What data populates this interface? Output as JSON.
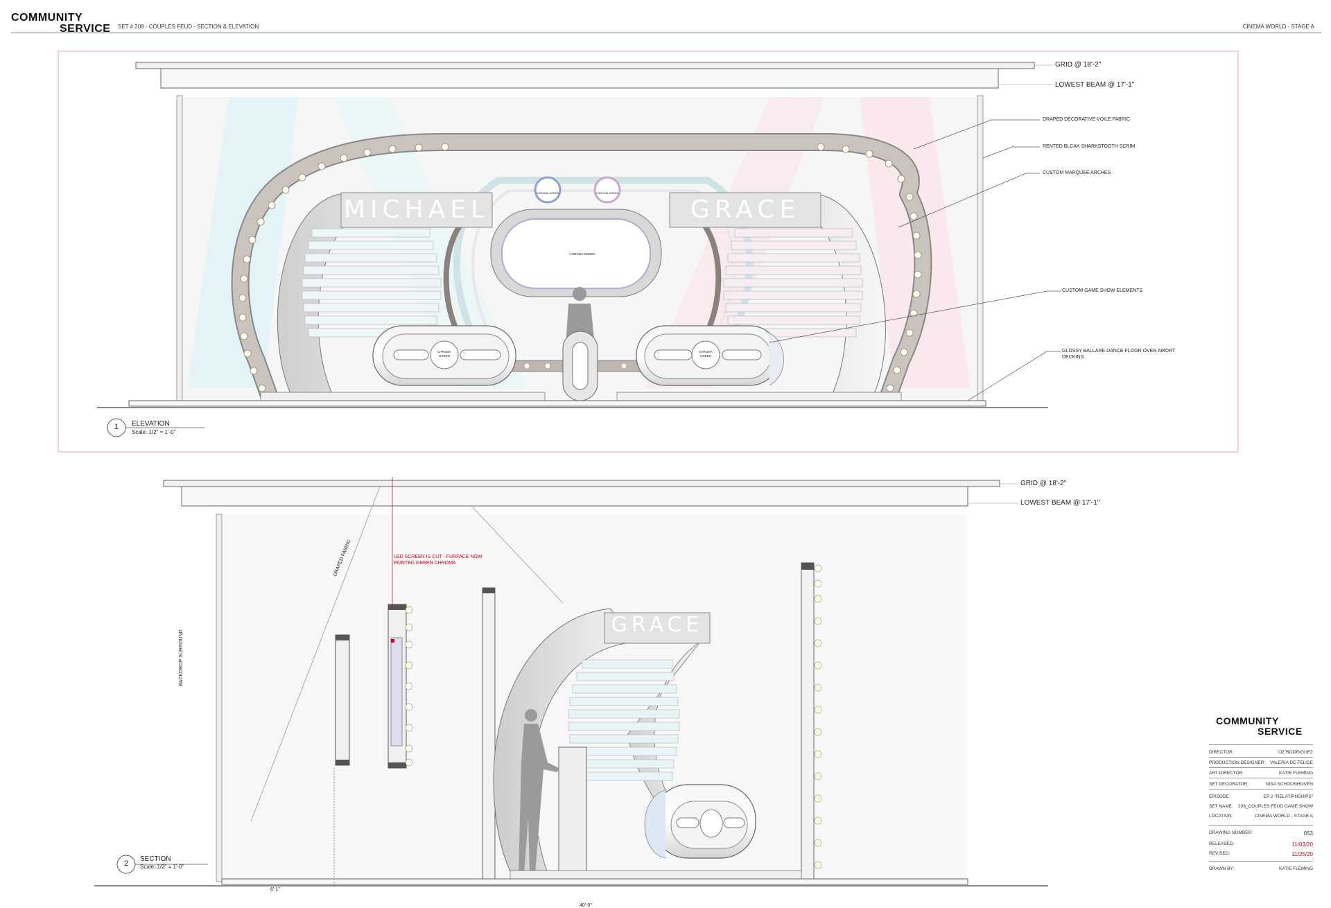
{
  "header": {
    "logo_line1": "COMMUNITY",
    "logo_line2": "SERVICE",
    "set_title": "SET # 208 - COUPLES FEUD - SECTION & ELEVATION",
    "location": "CINEMA WORLD - STAGE A"
  },
  "elevation": {
    "number": "1",
    "title": "ELEVATION",
    "scale": "Scale: 1/2\" = 1'-0\"",
    "grid_label": "GRID @ 18'-2\"",
    "beam_label": "LOWEST BEAM @ 17'-1\"",
    "name_left": "MICHAEL",
    "name_right": "GRACE",
    "chroma_label": "CHROMA GREEN",
    "callouts": [
      "DRAPED DECORATIVE VOILE FABRIC",
      "RENTED BLCAK SHARKSTOOTH SCRIM",
      "CUSTOM MARQUEE ARCHES",
      "CUSTOM GAME SHOW ELEMENTS",
      "GLOSSY BALLARE DANCE FLOOR OVER AMORT",
      "DECKING"
    ]
  },
  "section": {
    "number": "2",
    "title": "SECTION",
    "scale": "Scale: 1/2\" = 1'-0\"",
    "grid_label": "GRID @ 18'-2\"",
    "beam_label": "LOWEST BEAM @ 17'-1\"",
    "name": "GRACE",
    "backdrop_label": "BACKDROP SURROUND",
    "draped_label": "DRAPED FABRIC",
    "led_note_line1": "LED SCREEN IS CUT - FURFACE NOW",
    "led_note_line2": "PAINTED GREEN CHROMA",
    "dim_small": "6'-1\"",
    "dim_total": "40'-0\""
  },
  "title_block": {
    "logo_line1": "COMMUNITY",
    "logo_line2": "SERVICE",
    "rows": [
      {
        "label": "DIRECTOR:",
        "value": "OZ RODRIGUEZ"
      },
      {
        "label": "PRODUCTION DESIGNER:",
        "value": "VALERIA DE FELICE"
      },
      {
        "label": "ART DIRECTOR:",
        "value": "KATIE FLEMING"
      },
      {
        "label": "SET DECORATOR:",
        "value": "NISA SCHOONHOVEN"
      },
      {
        "label": "EPISODE:",
        "value": "EP 2 \"RELATIPNSHIPS\""
      },
      {
        "label": "SET NAME:",
        "value": "208_COUPLES FEUD GAME SHOW"
      },
      {
        "label": "LOCATION:",
        "value": "CINEMA WORLD - STAGE A"
      },
      {
        "label": "DRAWING NUMBER:",
        "value": "053"
      },
      {
        "label": "RELEASED:",
        "value": "11/03/20"
      },
      {
        "label": "REVISED:",
        "value": "11/25/20"
      },
      {
        "label": "DRAWN BY:",
        "value": "KATIE FLEMING"
      }
    ]
  },
  "colors": {
    "line": "#555555",
    "revision_red": "#d0021b",
    "light_blue": "#dff3f7",
    "light_pink": "#fbe6ea",
    "arch_fill": "#c8c2bc"
  }
}
